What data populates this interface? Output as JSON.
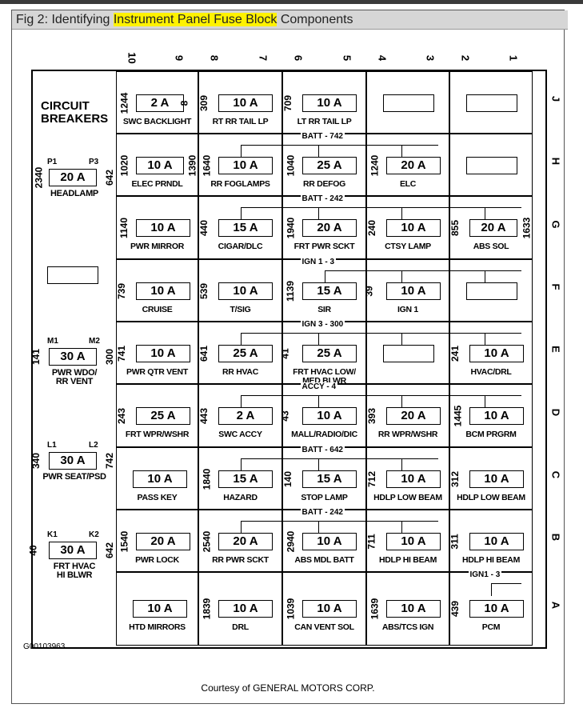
{
  "header": {
    "prefix": "Fig 2: Identifying ",
    "highlight": "Instrument Panel Fuse Block",
    "suffix": " Components"
  },
  "col_labels": [
    "10",
    "9",
    "8",
    "7",
    "6",
    "5",
    "4",
    "3",
    "2",
    "1"
  ],
  "row_labels": [
    "J",
    "H",
    "G",
    "F",
    "E",
    "D",
    "C",
    "B",
    "A"
  ],
  "breakers": {
    "title": "CIRCUIT\nBREAKERS",
    "items": [
      {
        "amp": "20 A",
        "left_num": "2340",
        "right_num": "642",
        "t1": "P1",
        "t2": "P3",
        "label": "HEADLAMP"
      },
      {
        "amp": "30 A",
        "left_num": "141",
        "right_num": "300",
        "t1": "M1",
        "t2": "M2",
        "label": "PWR WDO/\nRR VENT"
      },
      {
        "amp": "30 A",
        "left_num": "340",
        "right_num": "742",
        "t1": "L1",
        "t2": "L2",
        "label": "PWR SEAT/PSD"
      },
      {
        "amp": "30 A",
        "left_num": "40",
        "right_num": "642",
        "t1": "K1",
        "t2": "K2",
        "label": "FRT HVAC\nHI BLWR"
      }
    ]
  },
  "feeds": [
    "BATT - 742",
    "BATT - 242",
    "IGN 1 - 3",
    "IGN 3 - 300",
    "ACCY - 4",
    "BATT - 642",
    "BATT - 242",
    "IGN1 - 3"
  ],
  "rows": [
    [
      {
        "amp": "2 A",
        "l": "1244",
        "r": "8",
        "label": "SWC BACKLIGHT"
      },
      {
        "amp": "10 A",
        "l": "309",
        "label": "RT RR TAIL LP"
      },
      {
        "amp": "10 A",
        "l": "709",
        "label": "LT RR TAIL LP"
      },
      {
        "amp": "",
        "label": ""
      },
      {
        "amp": "",
        "label": ""
      }
    ],
    [
      {
        "amp": "10 A",
        "l": "1020",
        "r": "1390",
        "label": "ELEC PRNDL"
      },
      {
        "amp": "10 A",
        "l": "1640",
        "label": "RR FOGLAMPS"
      },
      {
        "amp": "25 A",
        "l": "1040",
        "label": "RR DEFOG"
      },
      {
        "amp": "20 A",
        "l": "1240",
        "label": "ELC"
      },
      {
        "amp": "",
        "label": ""
      }
    ],
    [
      {
        "amp": "10 A",
        "l": "1140",
        "label": "PWR MIRROR"
      },
      {
        "amp": "15 A",
        "l": "440",
        "label": "CIGAR/DLC"
      },
      {
        "amp": "20 A",
        "l": "1940",
        "label": "FRT PWR SCKT"
      },
      {
        "amp": "10 A",
        "l": "240",
        "label": "CTSY LAMP"
      },
      {
        "amp": "20 A",
        "l": "855",
        "r": "1633",
        "label": "ABS SOL"
      }
    ],
    [
      {
        "amp": "10 A",
        "l": "739",
        "label": "CRUISE"
      },
      {
        "amp": "10 A",
        "l": "539",
        "label": "T/SIG"
      },
      {
        "amp": "15 A",
        "l": "1139",
        "label": "SIR"
      },
      {
        "amp": "10 A",
        "l": "39",
        "label": "IGN 1"
      },
      {
        "amp": "",
        "label": ""
      }
    ],
    [
      {
        "amp": "10 A",
        "l": "741",
        "label": "PWR QTR VENT"
      },
      {
        "amp": "25 A",
        "l": "641",
        "label": "RR HVAC"
      },
      {
        "amp": "25 A",
        "l": "41",
        "label": "FRT HVAC LOW/\nMED BLWR"
      },
      {
        "amp": "",
        "label": ""
      },
      {
        "amp": "10 A",
        "l": "241",
        "label": "HVAC/DRL"
      }
    ],
    [
      {
        "amp": "25 A",
        "l": "243",
        "label": "FRT WPR/WSHR"
      },
      {
        "amp": "2 A",
        "l": "443",
        "label": "SWC ACCY"
      },
      {
        "amp": "10 A",
        "l": "43",
        "label": "MALL/RADIO/DIC"
      },
      {
        "amp": "20 A",
        "l": "393",
        "label": "RR WPR/WSHR"
      },
      {
        "amp": "10 A",
        "l": "1445",
        "label": "BCM PRGRM"
      }
    ],
    [
      {
        "amp": "10 A",
        "label": "PASS KEY"
      },
      {
        "amp": "15 A",
        "l": "1840",
        "label": "HAZARD"
      },
      {
        "amp": "15 A",
        "l": "140",
        "label": "STOP LAMP"
      },
      {
        "amp": "10 A",
        "l": "712",
        "label": "HDLP LOW BEAM"
      },
      {
        "amp": "10 A",
        "l": "312",
        "label": "HDLP LOW BEAM"
      }
    ],
    [
      {
        "amp": "20 A",
        "l": "1540",
        "label": "PWR LOCK"
      },
      {
        "amp": "20 A",
        "l": "2540",
        "label": "RR PWR SCKT"
      },
      {
        "amp": "10 A",
        "l": "2940",
        "label": "ABS MDL BATT"
      },
      {
        "amp": "10 A",
        "l": "711",
        "label": "HDLP HI BEAM"
      },
      {
        "amp": "10 A",
        "l": "311",
        "label": "HDLP HI BEAM"
      }
    ],
    [
      {
        "amp": "10 A",
        "label": "HTD MIRRORS"
      },
      {
        "amp": "10 A",
        "l": "1839",
        "label": "DRL"
      },
      {
        "amp": "10 A",
        "l": "1039",
        "label": "CAN VENT SOL"
      },
      {
        "amp": "10 A",
        "l": "1639",
        "label": "ABS/TCS IGN"
      },
      {
        "amp": "10 A",
        "l": "439",
        "label": "PCM"
      }
    ]
  ],
  "figure_id": "G00103963",
  "courtesy": "Courtesy of GENERAL MOTORS CORP."
}
